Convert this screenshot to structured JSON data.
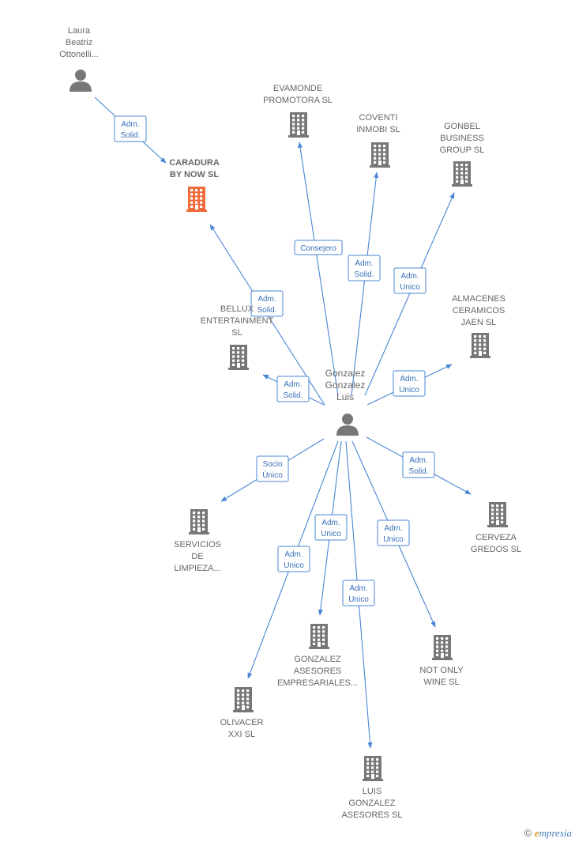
{
  "colors": {
    "edge": "#4a86d4",
    "building": "#777777",
    "highlight": "#f06a3a",
    "person": "#777777"
  },
  "center": {
    "id": "gonzalez",
    "lines": [
      "Gonzalez",
      "Gonzalez",
      "Luis"
    ],
    "icon": "person-icon"
  },
  "nodes": [
    {
      "id": "laura",
      "type": "person",
      "lines": [
        "Laura",
        "Beatriz",
        "Ottonelli..."
      ]
    },
    {
      "id": "caradura",
      "type": "company",
      "highlight": true,
      "lines": [
        "CARADURA",
        "BY NOW  SL"
      ]
    },
    {
      "id": "evamonde",
      "type": "company",
      "lines": [
        "EVAMONDE",
        "PROMOTORA SL"
      ]
    },
    {
      "id": "coventi",
      "type": "company",
      "lines": [
        "COVENTI",
        "INMOBI SL"
      ]
    },
    {
      "id": "gonbel",
      "type": "company",
      "lines": [
        "GONBEL",
        "BUSINESS",
        "GROUP  SL"
      ]
    },
    {
      "id": "almacenes",
      "type": "company",
      "lines": [
        "ALMACENES",
        "CERAMICOS",
        "JAEN SL"
      ]
    },
    {
      "id": "bellux",
      "type": "company",
      "lines": [
        "BELLUX",
        "ENTERTAINMENT",
        "SL"
      ]
    },
    {
      "id": "servicios",
      "type": "company",
      "lines": [
        "SERVICIOS",
        "DE",
        "LIMPIEZA..."
      ]
    },
    {
      "id": "cerveza",
      "type": "company",
      "lines": [
        "CERVEZA",
        "GREDOS SL"
      ]
    },
    {
      "id": "gonzalez_asesores",
      "type": "company",
      "lines": [
        "GONZALEZ",
        "ASESORES",
        "EMPRESARIALES..."
      ]
    },
    {
      "id": "notonly",
      "type": "company",
      "lines": [
        "NOT ONLY",
        "WINE  SL"
      ]
    },
    {
      "id": "olivacer",
      "type": "company",
      "lines": [
        "OLIVACER",
        "XXI SL"
      ]
    },
    {
      "id": "luis_asesores",
      "type": "company",
      "lines": [
        "LUIS",
        "GONZALEZ",
        "ASESORES SL"
      ]
    }
  ],
  "edges": [
    {
      "from": "laura",
      "to": "caradura",
      "label": [
        "Adm.",
        "Solid."
      ]
    },
    {
      "from": "gonzalez",
      "to": "caradura",
      "label": [
        "Adm.",
        "Solid."
      ]
    },
    {
      "from": "gonzalez",
      "to": "evamonde",
      "label": [
        "Consejero"
      ]
    },
    {
      "from": "gonzalez",
      "to": "coventi",
      "label": [
        "Adm.",
        "Solid."
      ]
    },
    {
      "from": "gonzalez",
      "to": "gonbel",
      "label": [
        "Adm.",
        "Unico"
      ]
    },
    {
      "from": "gonzalez",
      "to": "almacenes",
      "label": [
        "Adm.",
        "Unico"
      ]
    },
    {
      "from": "gonzalez",
      "to": "bellux",
      "label": [
        "Adm.",
        "Solid."
      ]
    },
    {
      "from": "gonzalez",
      "to": "servicios",
      "label": [
        "Socio",
        "Único"
      ]
    },
    {
      "from": "gonzalez",
      "to": "cerveza",
      "label": [
        "Adm.",
        "Solid."
      ]
    },
    {
      "from": "gonzalez",
      "to": "gonzalez_asesores",
      "label": [
        "Adm.",
        "Unico"
      ]
    },
    {
      "from": "gonzalez",
      "to": "notonly",
      "label": [
        "Adm.",
        "Unico"
      ]
    },
    {
      "from": "gonzalez",
      "to": "olivacer",
      "label": [
        "Adm.",
        "Unico"
      ]
    },
    {
      "from": "gonzalez",
      "to": "luis_asesores",
      "label": [
        "Adm.",
        "Unico"
      ]
    }
  ],
  "footer": {
    "copyright": "©",
    "brand_initial": "e",
    "brand_rest": "mpresia"
  }
}
